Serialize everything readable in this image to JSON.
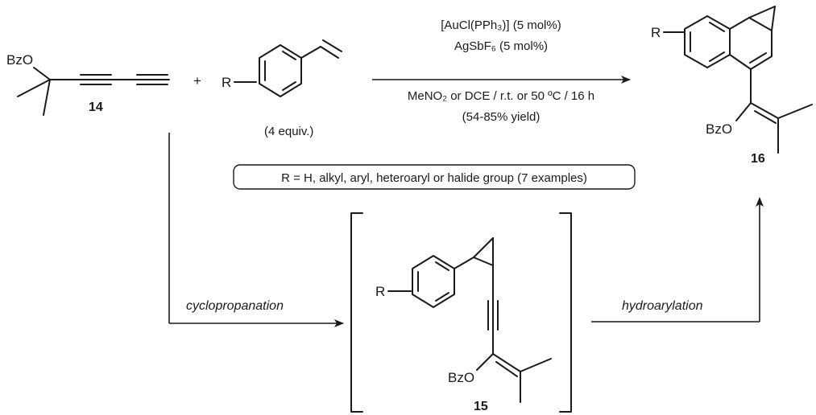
{
  "reagent_line1": "[AuCl(PPh₃)] (5 mol%)",
  "reagent_line2": "AgSbF₆ (5 mol%)",
  "conditions_line": "MeNO₂ or DCE / r.t. or 50 ºC / 16 h",
  "yield_line": "(54-85% yield)",
  "equiv_label": "(4 equiv.)",
  "plus_sign": "+",
  "r_group_note": "R = H, alkyl, aryl, heteroaryl or halide group (7 examples)",
  "compound_14": {
    "number": "14",
    "group_label": "BzO"
  },
  "styrene": {
    "r_label": "R"
  },
  "compound_15": {
    "number": "15",
    "r_label": "R",
    "group_label": "BzO"
  },
  "compound_16": {
    "number": "16",
    "r_label": "R",
    "group_label": "BzO"
  },
  "step_cyclopropanation": "cyclopropanation",
  "step_hydroarylation": "hydroarylation"
}
